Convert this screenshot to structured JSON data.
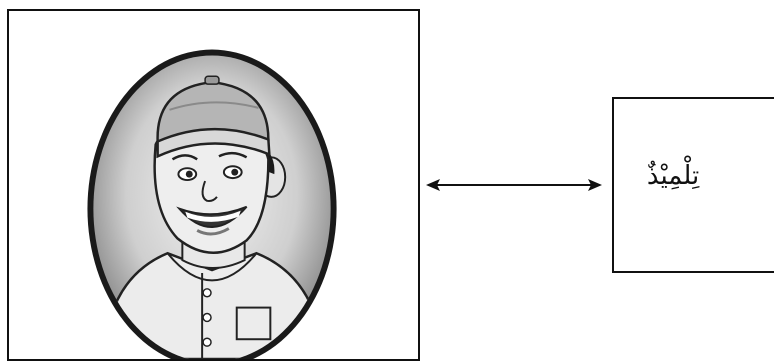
{
  "illustration": {
    "subject": "boy-with-cap-portrait",
    "frame_color": "#111111",
    "oval_bg_gradient": [
      "#e6e6e6",
      "#8c8c8c"
    ],
    "cap_color": "#b5b5b5"
  },
  "connector": {
    "type": "double-headed-arrow",
    "color": "#111111"
  },
  "word_card": {
    "word": "تِلْمِيْذٌ"
  }
}
